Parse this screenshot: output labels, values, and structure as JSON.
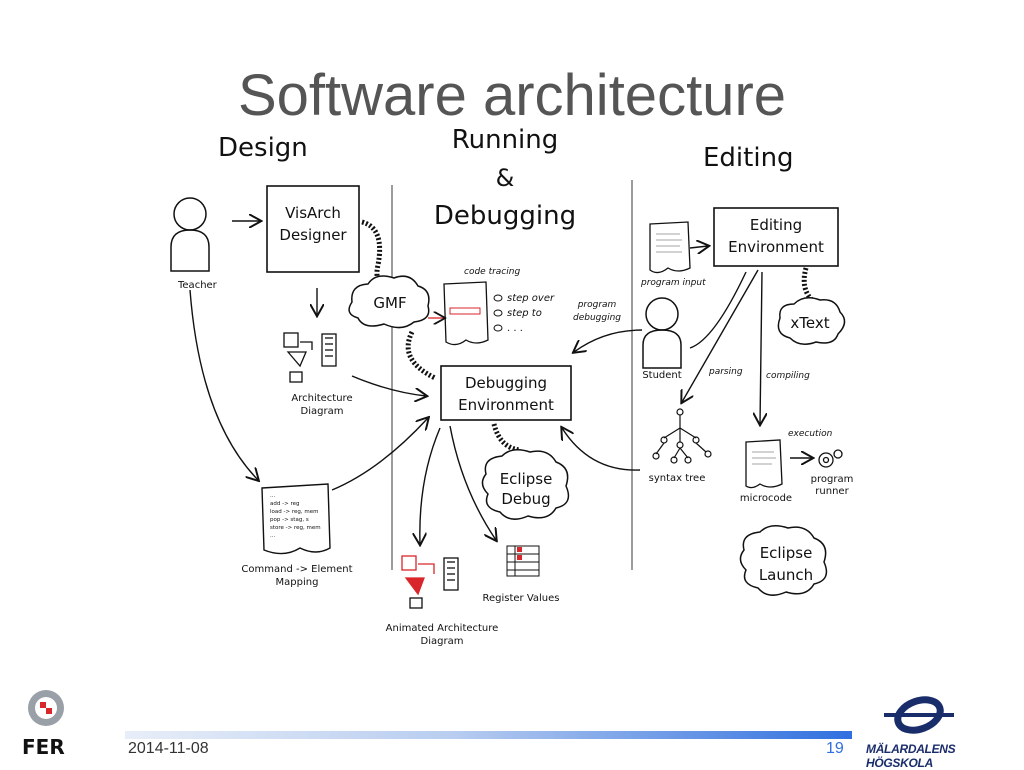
{
  "title": "Software architecture",
  "sections": {
    "design": "Design",
    "running_line1": "Running",
    "running_line2": "&",
    "running_line3": "Debugging",
    "editing": "Editing"
  },
  "nodes": {
    "teacher": "Teacher",
    "visarch_line1": "VisArch",
    "visarch_line2": "Designer",
    "gmf": "GMF",
    "arch_diagram_line1": "Architecture",
    "arch_diagram_line2": "Diagram",
    "cmd_mapping_line1": "Command -> Element",
    "cmd_mapping_line2": "Mapping",
    "code_tracing": "code tracing",
    "step_over": "step over",
    "step_to": "step to",
    "dots": ". . .",
    "debug_env_line1": "Debugging",
    "debug_env_line2": "Environment",
    "eclipse_debug_line1": "Eclipse",
    "eclipse_debug_line2": "Debug",
    "animated_line1": "Animated Architecture",
    "animated_line2": "Diagram",
    "register_values": "Register Values",
    "program_input": "program input",
    "program_debugging_line1": "program",
    "program_debugging_line2": "debugging",
    "student": "Student",
    "editing_env_line1": "Editing",
    "editing_env_line2": "Environment",
    "xtext": "xText",
    "parsing": "parsing",
    "compiling": "compiling",
    "syntax_tree": "syntax tree",
    "execution": "execution",
    "microcode": "microcode",
    "program_runner_line1": "program",
    "program_runner_line2": "runner",
    "eclipse_launch_line1": "Eclipse",
    "eclipse_launch_line2": "Launch",
    "mapping_lines": [
      "...",
      "add -> reg",
      "load -> reg, mem",
      "pop -> stag, s",
      "store -> reg, mem",
      "..."
    ]
  },
  "footer": {
    "date": "2014-11-08",
    "page": "19",
    "left_logo": "FER",
    "right_logo": "MÄLARDALENS HÖGSKOLA"
  },
  "colors": {
    "title": "#555555",
    "accent_blue": "#2f6fdf",
    "ink": "#111111",
    "highlight_red": "#d9262a",
    "logo_navy": "#1a2d6b"
  }
}
